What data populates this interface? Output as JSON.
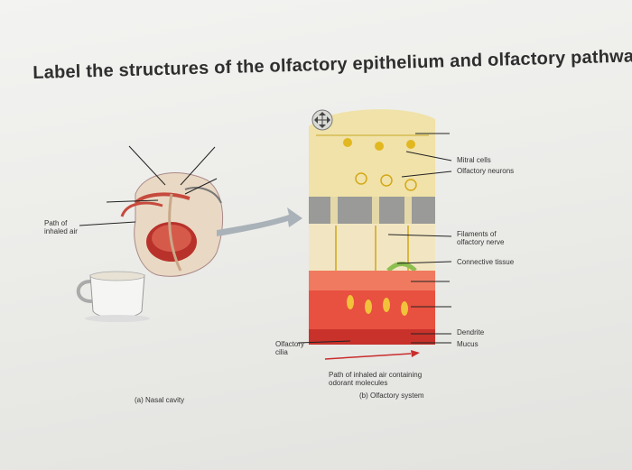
{
  "question": {
    "title": "Label the structures of the olfactory epithelium and olfactory pathway."
  },
  "figure": {
    "left_labels": {
      "path_inhaled_air": "Path of\ninhaled air",
      "olfactory_cilia": "Olfactory\ncilia",
      "nasal_cavity_caption": "(a) Nasal cavity"
    },
    "right_labels": {
      "mitral_cells": "Mitral cells",
      "olfactory_neurons": "Olfactory neurons",
      "filaments": "Filaments of\nolfactory nerve",
      "connective_tissue": "Connective tissue",
      "dendrite": "Dendrite",
      "mucus": "Mucus"
    },
    "bottom_labels": {
      "path_odorant": "Path of inhaled air containing\nodorant molecules",
      "olfactory_system_caption": "(b) Olfactory system"
    }
  },
  "colors": {
    "background": "#ecece9",
    "title_text": "#2f2f2f",
    "mucus_red": "#d83a2e",
    "bone_gray": "#9a9a98",
    "arrow_gray": "#a9b2b8",
    "neuron_yellow": "#e2b820"
  }
}
